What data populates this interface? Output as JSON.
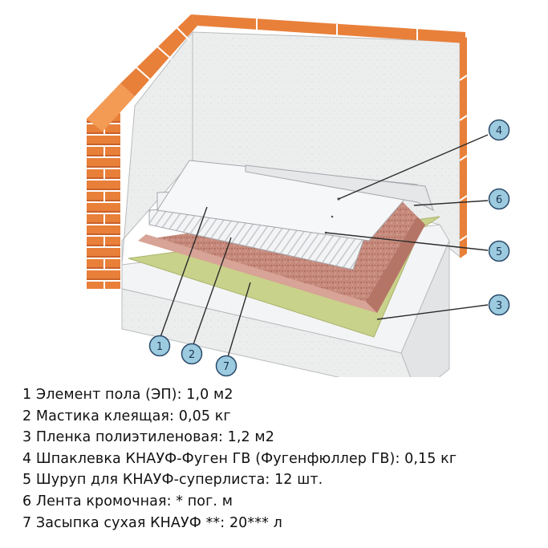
{
  "colors": {
    "brick": "#e8803a",
    "brick_shade": "#c9602a",
    "mortar": "#ffffff",
    "wall_plaster": "#ecedee",
    "film": "#c9d28a",
    "backfill": "#c98c7e",
    "board": "#f1f2f3",
    "callout_fill": "#9ccbe0",
    "callout_stroke": "#2b4a6a"
  },
  "callouts": [
    {
      "number": "1"
    },
    {
      "number": "2"
    },
    {
      "number": "3"
    },
    {
      "number": "4"
    },
    {
      "number": "5"
    },
    {
      "number": "6"
    },
    {
      "number": "7"
    }
  ],
  "legend": [
    {
      "num": "1",
      "text": "Элемент пола (ЭП): 1,0 м2"
    },
    {
      "num": "2",
      "text": "Мастика клеящая: 0,05 кг"
    },
    {
      "num": "3",
      "text": "Пленка полиэтиленовая: 1,2 м2"
    },
    {
      "num": "4",
      "text": "Шпаклевка КНАУФ-Фуген ГВ (Фугенфюллер ГВ): 0,15 кг"
    },
    {
      "num": "5",
      "text": "Шуруп для КНАУФ-суперлиста: 12 шт."
    },
    {
      "num": "6",
      "text": "Лента кромочная: * пог. м"
    },
    {
      "num": "7",
      "text": "Засыпка сухая КНАУФ **: 20*** л"
    }
  ]
}
